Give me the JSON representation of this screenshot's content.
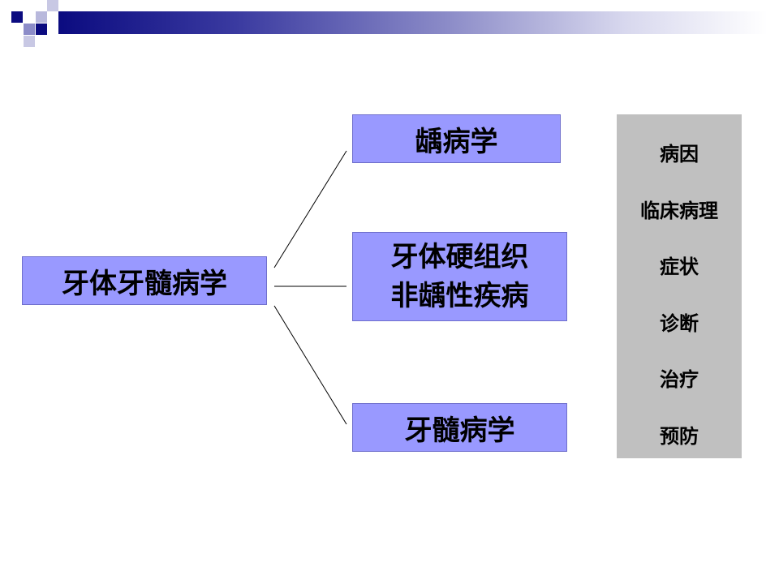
{
  "root": {
    "label": "牙体牙髓病学"
  },
  "branches": [
    {
      "lines": [
        "龋病学"
      ]
    },
    {
      "lines": [
        "牙体硬组织",
        "非龋性疾病"
      ]
    },
    {
      "lines": [
        "牙髓病学"
      ]
    }
  ],
  "aspects": [
    "病因",
    "临床病理",
    "症状",
    "诊断",
    "治疗",
    "预防"
  ],
  "colors": {
    "box_fill": "#9999ff",
    "side_panel": "#c0c0c0",
    "header_dark": "#0b0b80"
  }
}
